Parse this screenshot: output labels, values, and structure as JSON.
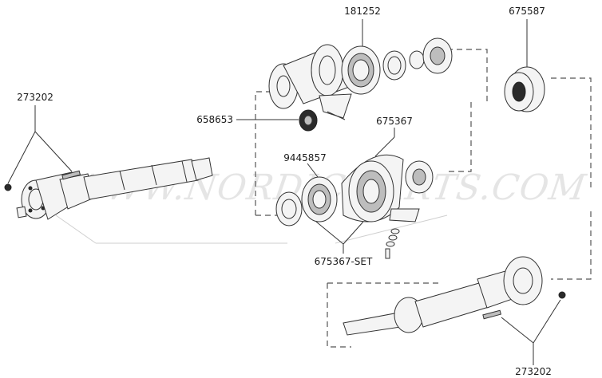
{
  "watermark": "WWW.NORDIC-PARTS.COM",
  "labels": {
    "l181252": "181252",
    "l675587": "675587",
    "l273202_top": "273202",
    "l658653": "658653",
    "l675367": "675367",
    "l9445857": "9445857",
    "l675367set": "675367-SET",
    "l273202_bottom": "273202"
  },
  "colors": {
    "line": "#333333",
    "watermark": "#cfcfcf",
    "background": "#ffffff"
  }
}
